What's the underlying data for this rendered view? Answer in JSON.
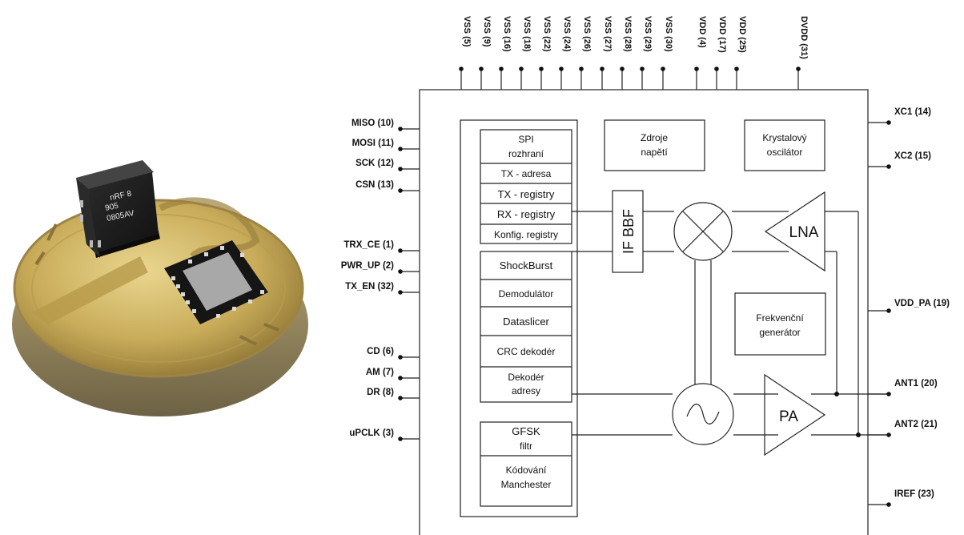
{
  "photo": {
    "chip_marking": [
      "nRF 8",
      "905",
      "0805AV"
    ]
  },
  "top_pins": [
    "VSS (5)",
    "VSS (9)",
    "VSS (16)",
    "VSS (18)",
    "VSS (22)",
    "VSS (24)",
    "VSS (26)",
    "VSS (27)",
    "VSS (28)",
    "VSS (29)",
    "VSS (30)",
    "VDD (4)",
    "VDD (17)",
    "VDD (25)",
    "DVDD (31)"
  ],
  "left_pins": [
    "MISO (10)",
    "MOSI (11)",
    "SCK (12)",
    "CSN (13)",
    "TRX_CE (1)",
    "PWR_UP (2)",
    "TX_EN (32)",
    "CD (6)",
    "AM (7)",
    "DR (8)",
    "uPCLK (3)"
  ],
  "right_pins": [
    "XC1 (14)",
    "XC2 (15)",
    "VDD_PA (19)",
    "ANT1 (20)",
    "ANT2 (21)",
    "IREF (23)"
  ],
  "blocks": {
    "spi": [
      "SPI",
      "rozhraní"
    ],
    "tx_adresa": "TX - adresa",
    "tx_registry": "TX - registry",
    "rx_registry": "RX - registry",
    "konfig": "Konfig. registry",
    "shockburst": "ShockBurst",
    "demodulator": "Demodulátor",
    "dataslicer": "Dataslicer",
    "crc": "CRC dekodér",
    "dekoder": [
      "Dekodér",
      "adresy"
    ],
    "gfsk": [
      "GFSK",
      "filtr"
    ],
    "kodovani": [
      "Kódování",
      "Manchester"
    ],
    "zdroje": [
      "Zdroje",
      "napětí"
    ],
    "krystal": [
      "Krystalový",
      "oscilátor"
    ],
    "if_bbf": "IF BBF",
    "lna": "LNA",
    "pa": "PA",
    "frekvence": [
      "Frekvenční",
      "generátor"
    ]
  }
}
